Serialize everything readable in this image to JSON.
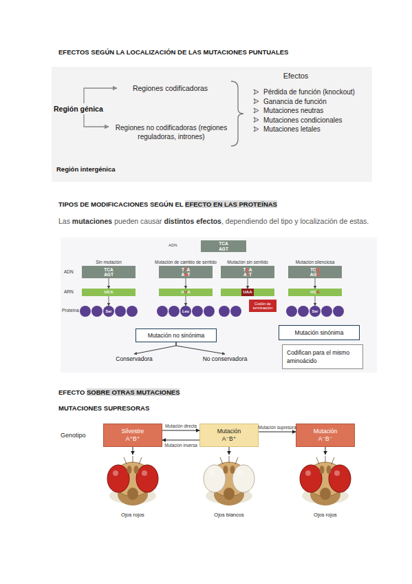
{
  "diagram": {
    "nodes": [
      {
        "text": [
          "Región génica"
        ]
      },
      {
        "text": [
          "Regiones codificadoras"
        ]
      },
      {
        "text": [
          "Regiones no codificadoras (regiones reguladoras, intrones)"
        ]
      },
      {
        "text": [
          "TCA",
          "AGT"
        ]
      },
      {
        "text": [
          "TCA",
          "AGT"
        ]
      },
      {
        "text": [
          "UCA"
        ]
      },
      {
        "text": [
          "Ser"
        ]
      },
      {
        "text": [
          "TTA",
          "AAT"
        ]
      },
      {
        "text": [
          "UUA"
        ]
      },
      {
        "text": [
          "Leu"
        ]
      },
      {
        "text": [
          "TAA",
          "ATT"
        ]
      },
      {
        "text": [
          "UAA"
        ]
      },
      {
        "text": [
          "Codón de terminación"
        ]
      },
      {
        "text": [
          "TCG",
          "AGC"
        ]
      },
      {
        "text": [
          "UCG"
        ]
      },
      {
        "text": [
          "Ser"
        ]
      },
      {
        "text": [
          "Mutación no sinónima"
        ]
      },
      {
        "text": [
          "Conservadora"
        ]
      },
      {
        "text": [
          "No conservadora"
        ]
      },
      {
        "text": [
          "Mutación sinónima"
        ]
      },
      {
        "text": [
          "Codifican para el mismo aminoácido"
        ]
      },
      {
        "text": [
          "Silvestre",
          "A⁺B⁺"
        ]
      },
      {
        "text": [
          "Mutación",
          "A⁻B⁺"
        ]
      },
      {
        "text": [
          "Mutación",
          "A⁻B⁻"
        ]
      },
      {
        "text": [
          "Ojos rojos"
        ]
      },
      {
        "text": [
          "Ojos blancos"
        ]
      },
      {
        "text": [
          "Ojos rojos"
        ]
      }
    ],
    "edges": [
      {
        "from": 0,
        "to": 1,
        "arrow": "to"
      },
      {
        "from": 0,
        "to": 2,
        "arrow": "to"
      },
      {
        "from": 4,
        "to": 5,
        "arrow": "to"
      },
      {
        "from": 5,
        "to": 6,
        "arrow": "to"
      },
      {
        "from": 7,
        "to": 8,
        "arrow": "to"
      },
      {
        "from": 8,
        "to": 9,
        "arrow": "to"
      },
      {
        "from": 10,
        "to": 11,
        "arrow": "to"
      },
      {
        "from": 13,
        "to": 14,
        "arrow": "to"
      },
      {
        "from": 14,
        "to": 15,
        "arrow": "to"
      },
      {
        "from": 16,
        "to": 17,
        "arrow": "to"
      },
      {
        "from": 16,
        "to": 18,
        "arrow": "to"
      },
      {
        "from": 21,
        "to": 22,
        "label": "Mutación directa",
        "arrow": "to"
      },
      {
        "from": 22,
        "to": 21,
        "label": "Mutación inversa",
        "arrow": "to"
      },
      {
        "from": 22,
        "to": 23,
        "label": "Mutación supresora",
        "arrow": "to"
      },
      {
        "from": 21,
        "to": 24,
        "arrow": "to"
      },
      {
        "from": 22,
        "to": 25,
        "arrow": "to"
      },
      {
        "from": 23,
        "to": 26,
        "arrow": "to"
      }
    ],
    "labels": [
      "EFECTOS SEGÚN LA LOCALIZACIÓN DE LAS MUTACIONES PUNTUALES",
      "Efectos",
      "Pérdida de función (knockout)",
      "Ganancia de función",
      "Mutaciones neutras",
      "Mutaciones condicionales",
      "Mutaciones letales",
      "Región intergénica",
      "TIPOS DE MODIFICACIONES SEGÚN EL EFECTO EN LAS PROTEÍNAS",
      "Las mutaciones pueden causar distintos efectos, dependiendo del tipo y localización de estas.",
      "ADN",
      "Sin mutación",
      "Mutación de cambio de sentido",
      "Mutación sin sentido",
      "Mutación silenciosa",
      "ADN",
      "ARN",
      "Proteína",
      "EFECTO SOBRE OTRAS MUTACIONES",
      "MUTACIONES SUPRESORAS",
      "Genotipo"
    ]
  }
}
